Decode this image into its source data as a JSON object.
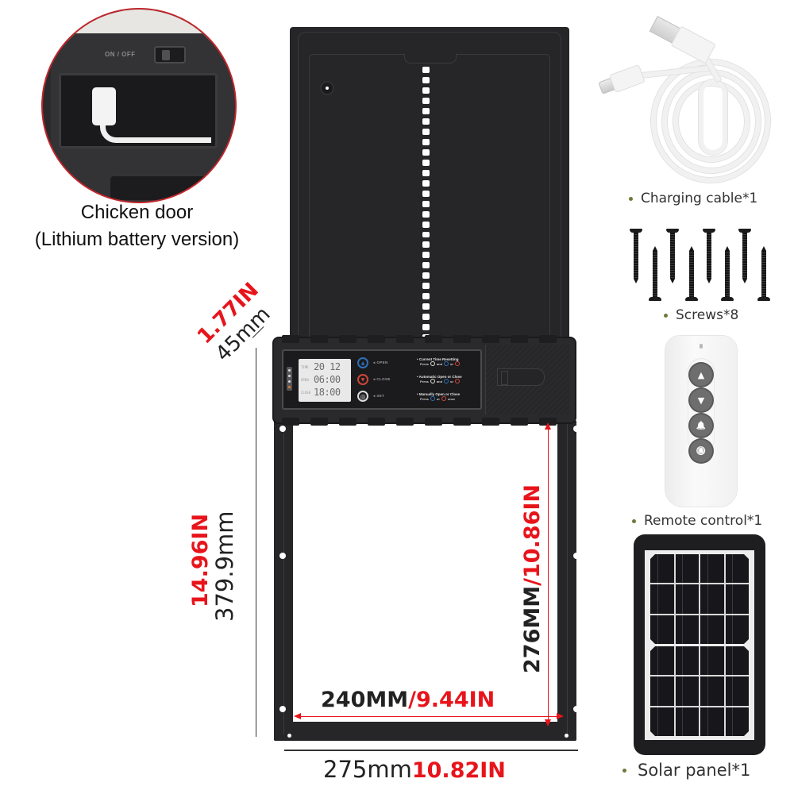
{
  "inset": {
    "switch_label": "ON / OFF",
    "caption_line1": "Chicken door",
    "caption_line2": "(Lithium battery version)",
    "border_color": "#c0262b"
  },
  "door": {
    "control_panel": {
      "lcd": [
        {
          "label": "TIME",
          "value": "20 12"
        },
        {
          "label": "OPEN",
          "value": "06:00"
        },
        {
          "label": "CLOSE",
          "value": "18:00"
        }
      ],
      "buttons": [
        {
          "name": "open",
          "symbol": "▲",
          "label": "OPEN",
          "color": "#2f6fb5"
        },
        {
          "name": "close",
          "symbol": "▼",
          "label": "CLOSE",
          "color": "#d0463a"
        },
        {
          "name": "set",
          "symbol": "◎",
          "label": "SET",
          "color": "#1b1b1d"
        }
      ],
      "instructions": [
        {
          "title": "Current Time Resetting",
          "press": "Press",
          "join": "and",
          "or": "or",
          "suffix": ""
        },
        {
          "title": "Automatic Open or Close",
          "press": "Press",
          "join": "and",
          "or": "or",
          "suffix": ""
        },
        {
          "title": "Manually Open or Close",
          "press": "Press",
          "join": "",
          "or": "or",
          "suffix": "once"
        }
      ]
    }
  },
  "dimensions": {
    "thickness": {
      "inches": "1.77IN",
      "mm": "45mm"
    },
    "height": {
      "inches": "14.96IN",
      "mm": "379.9mm"
    },
    "opening_height": {
      "mm": "276MM",
      "sep": "/",
      "inches": "10.86IN"
    },
    "opening_width": {
      "mm": "240MM",
      "sep": "/",
      "inches": "9.44IN"
    },
    "width": {
      "mm": "275mm",
      "inches": "10.82IN"
    },
    "accent_color": "#e8141b"
  },
  "accessories": [
    {
      "name": "charging-cable",
      "label": "Charging cable*1"
    },
    {
      "name": "screws",
      "label": "Screws*8"
    },
    {
      "name": "remote-control",
      "label": "Remote control*1"
    },
    {
      "name": "solar-panel",
      "label": "Solar panel*1"
    }
  ],
  "remote": {
    "buttons": [
      {
        "name": "up",
        "symbol": "▲"
      },
      {
        "name": "down",
        "symbol": "▼"
      },
      {
        "name": "alarm-on",
        "symbol": "🔔"
      },
      {
        "name": "alarm-off",
        "symbol": "🔕"
      }
    ]
  },
  "colors": {
    "bullet": "#6b7a3a",
    "door": "#262628"
  }
}
